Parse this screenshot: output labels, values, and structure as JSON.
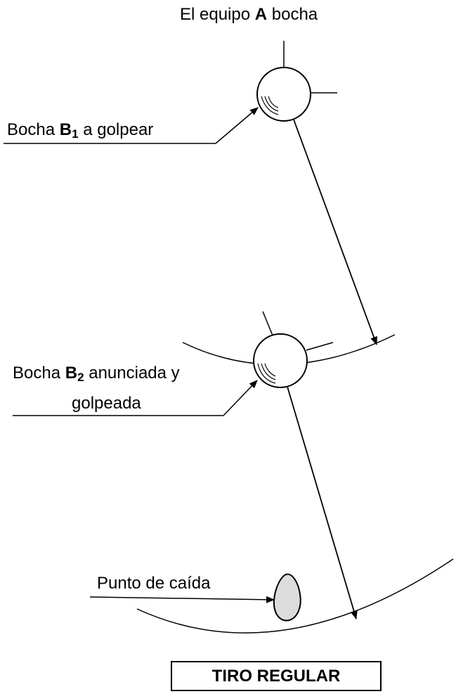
{
  "labels": {
    "team": {
      "prefix": "El equipo",
      "bold": "A",
      "suffix": "bocha"
    },
    "b1": {
      "prefix": "Bocha",
      "bold": "B",
      "sub": "1",
      "suffix": "a golpear"
    },
    "b2": {
      "prefix": "Bocha",
      "bold": "B",
      "sub": "2",
      "suffix": "anunciada y",
      "line2": "golpeada"
    },
    "drop": "Punto de caída"
  },
  "title": "TIRO REGULAR",
  "colors": {
    "ink": "#000000",
    "drop_fill": "#dcdcdc"
  }
}
